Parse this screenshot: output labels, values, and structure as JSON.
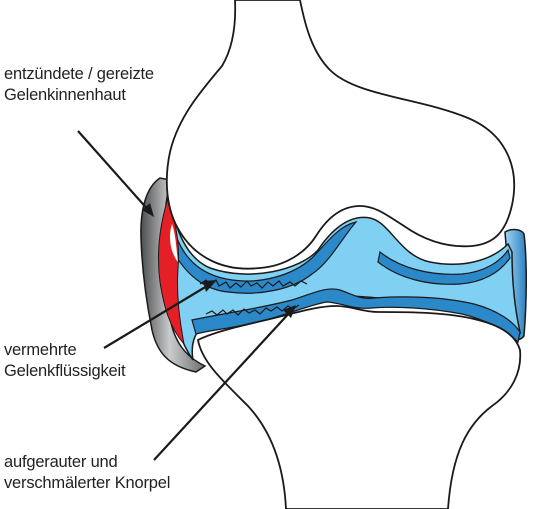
{
  "labels": {
    "synovium": {
      "line1": "entzündete / gereizte",
      "line2": "Gelenkinnenhaut"
    },
    "fluid": {
      "line1": "vermehrte",
      "line2": "Gelenkflüssigkeit"
    },
    "cartilage": {
      "line1": "aufgerauter und",
      "line2": "verschmälerter Knorpel"
    }
  },
  "colors": {
    "bone_fill": "#ffffff",
    "outline": "#1a1a1a",
    "fluid": "#7fd0f2",
    "cartilage": "#2c89c9",
    "cartilage_dark": "#1e6aa8",
    "inflammation": "#e41f26",
    "capsule_light": "#b6b8ba",
    "capsule_dark": "#5c5e60"
  }
}
